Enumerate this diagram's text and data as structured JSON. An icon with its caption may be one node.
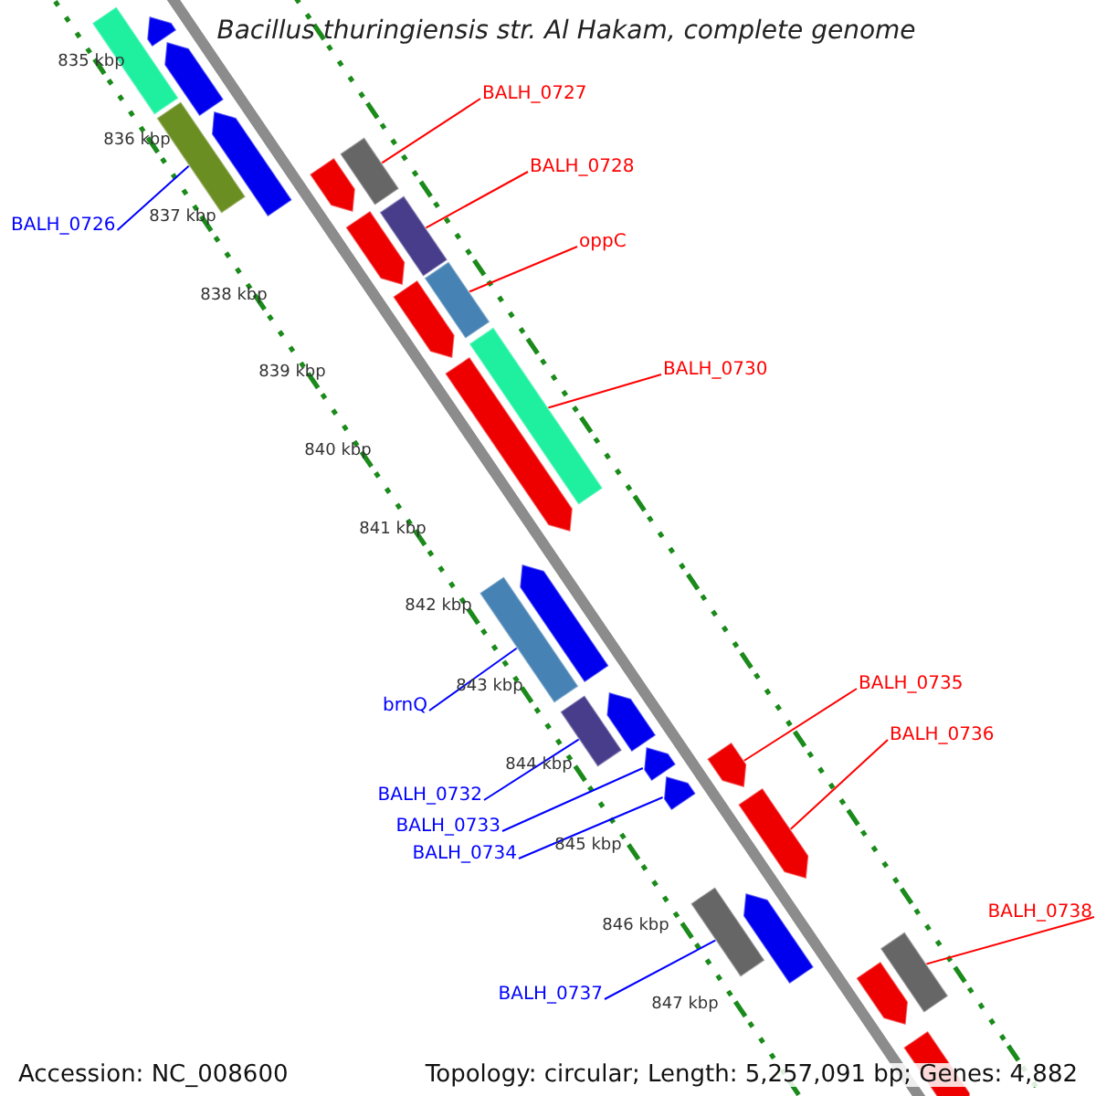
{
  "diagram": {
    "title": "Bacillus thuringiensis str. Al Hakam, complete genome",
    "nodes": [
      {
        "text": [
          "BALH_0727"
        ]
      },
      {
        "text": [
          "BALH_0728"
        ]
      },
      {
        "text": [
          "BALH_0726"
        ]
      },
      {
        "text": [
          "oppC"
        ]
      },
      {
        "text": [
          "BALH_0730"
        ]
      },
      {
        "text": [
          "BALH_0735"
        ]
      },
      {
        "text": [
          "brnQ"
        ]
      },
      {
        "text": [
          "BALH_0736"
        ]
      },
      {
        "text": [
          "BALH_0732"
        ]
      },
      {
        "text": [
          "BALH_0733"
        ]
      },
      {
        "text": [
          "BALH_0734"
        ]
      },
      {
        "text": [
          "BALH_0738"
        ]
      },
      {
        "text": [
          "BALH_0737"
        ]
      },
      {
        "text": [],
        "shape": "arrow"
      },
      {
        "text": [],
        "shape": "arrow"
      },
      {
        "text": [],
        "shape": "arrow"
      },
      {
        "text": [],
        "shape": "arrow"
      },
      {
        "text": [],
        "shape": "arrow"
      },
      {
        "text": [],
        "shape": "arrow"
      },
      {
        "text": [],
        "shape": "arrow"
      },
      {
        "text": [],
        "shape": "arrow"
      },
      {
        "text": [],
        "shape": "arrow"
      },
      {
        "text": [],
        "shape": "arrow"
      },
      {
        "text": [],
        "shape": "arrow"
      },
      {
        "text": [],
        "shape": "arrow"
      },
      {
        "text": [],
        "shape": "arrow"
      },
      {
        "text": [],
        "shape": "arrow"
      },
      {
        "text": [],
        "shape": "arrow"
      },
      {
        "text": [],
        "shape": "arrow"
      },
      {
        "text": [],
        "shape": "arrow"
      },
      {
        "text": [],
        "shape": "arrow"
      },
      {
        "text": [],
        "shape": "arrow"
      },
      {
        "text": [],
        "shape": "arrow"
      },
      {
        "text": [],
        "shape": "arrow"
      },
      {
        "text": [],
        "shape": "arrow"
      },
      {
        "text": [],
        "shape": "arrow"
      },
      {
        "text": [],
        "shape": "arrow"
      },
      {
        "text": [],
        "shape": "arrow"
      },
      {
        "text": [],
        "shape": "arrow"
      }
    ],
    "edges": [
      {
        "from": 0,
        "to": 19,
        "arrow": "none"
      },
      {
        "from": 1,
        "to": 20,
        "arrow": "none"
      },
      {
        "from": 2,
        "to": 14,
        "arrow": "none",
        "color": "#0000ff"
      },
      {
        "from": 3,
        "to": 21,
        "arrow": "none"
      },
      {
        "from": 4,
        "to": 24,
        "arrow": "none"
      },
      {
        "from": 5,
        "to": 32,
        "arrow": "none"
      },
      {
        "from": 6,
        "to": 26,
        "arrow": "none",
        "color": "#0000ff"
      },
      {
        "from": 7,
        "to": 33,
        "arrow": "none"
      },
      {
        "from": 8,
        "to": 28,
        "arrow": "none",
        "color": "#0000ff"
      },
      {
        "from": 9,
        "to": 30,
        "arrow": "none",
        "color": "#0000ff"
      },
      {
        "from": 10,
        "to": 31,
        "arrow": "none",
        "color": "#0000ff"
      },
      {
        "from": 11,
        "to": 37,
        "arrow": "none"
      },
      {
        "from": 12,
        "to": 34,
        "arrow": "none",
        "color": "#0000ff"
      }
    ],
    "labels": [
      "835 kbp",
      "836 kbp",
      "837 kbp",
      "838 kbp",
      "839 kbp",
      "840 kbp",
      "841 kbp",
      "842 kbp",
      "843 kbp",
      "844 kbp",
      "845 kbp",
      "846 kbp",
      "847 kbp",
      "Accession: NC_008600",
      "Topology: circular; Length: 5,257,091 bp; Genes: 4,882"
    ]
  }
}
